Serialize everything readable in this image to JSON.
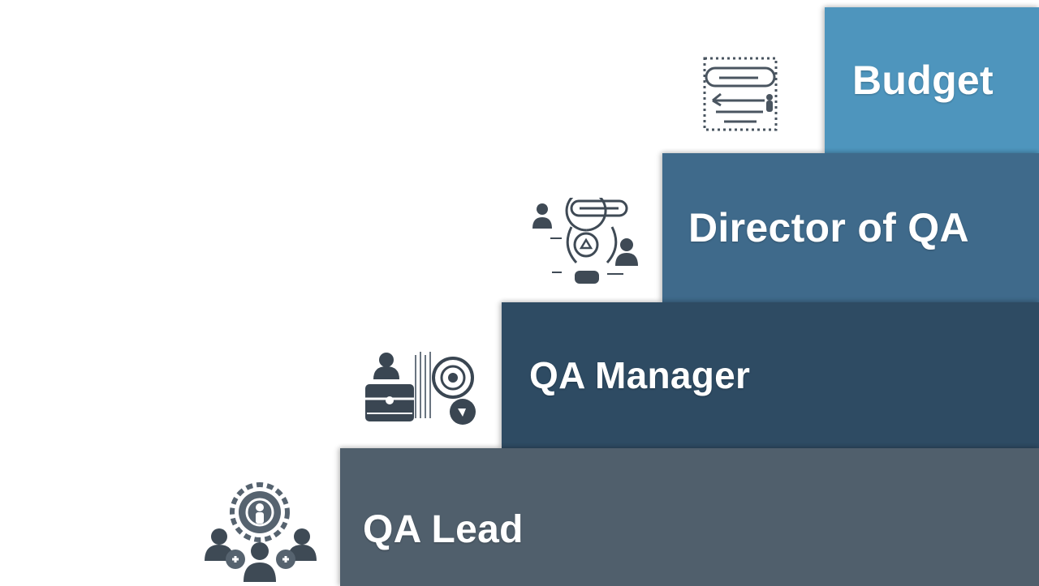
{
  "steps": [
    {
      "label": "Budget",
      "color": "#4e95bd",
      "icon": "budget-plan-icon"
    },
    {
      "label": "Director of QA",
      "color": "#3f6a8b",
      "icon": "idea-team-icon"
    },
    {
      "label": "QA Manager",
      "color": "#2e4b63",
      "icon": "team-briefcase-target-icon"
    },
    {
      "label": "QA Lead",
      "color": "#505f6c",
      "icon": "team-gear-icon"
    }
  ]
}
